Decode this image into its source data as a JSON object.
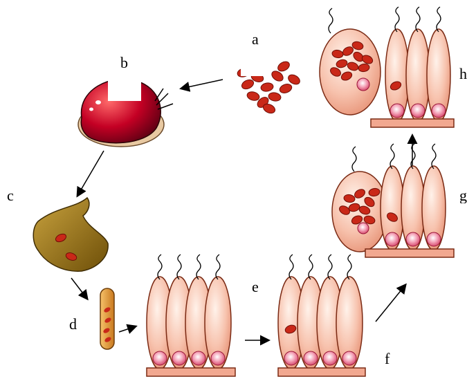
{
  "labels": {
    "a": "a",
    "b": "b",
    "c": "c",
    "d": "d",
    "e": "e",
    "f": "f",
    "g": "g",
    "h": "h"
  },
  "colors": {
    "cell_fill": "#f4b39a",
    "cell_stroke": "#7a2a14",
    "nucleus": "#d94a63",
    "parasite": "#c92818",
    "stage_b_body": "#a8001e",
    "stage_c_body": "#8d6c12",
    "stage_d_body": "#e09a3a",
    "basement": "#f2a890"
  },
  "icons": [
    "infected-cell",
    "merozoite-cluster",
    "oocyst-icon",
    "sporozoite-icon"
  ]
}
